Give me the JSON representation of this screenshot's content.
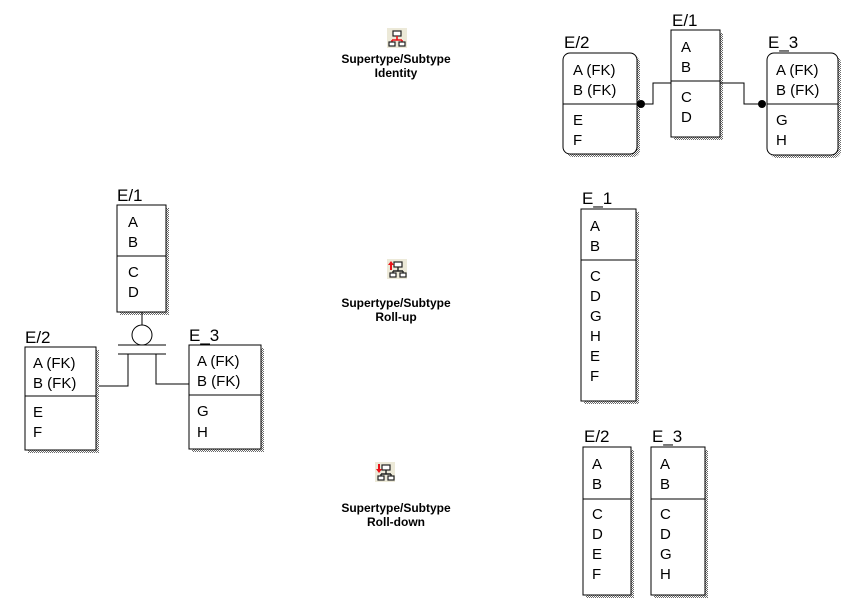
{
  "legend": [
    {
      "key": "identity",
      "icon": "supertype-subtype-identity-icon",
      "line1": "Supertype/Subtype",
      "line2": "Identity"
    },
    {
      "key": "rollup",
      "icon": "supertype-subtype-rollup-icon",
      "line1": "Supertype/Subtype",
      "line2": "Roll-up"
    },
    {
      "key": "rolldown",
      "icon": "supertype-subtype-rolldown-icon",
      "line1": "Supertype/Subtype",
      "line2": "Roll-down"
    }
  ],
  "logical_model": {
    "supertype": {
      "name": "E/1",
      "keys": [
        "A",
        "B"
      ],
      "attrs": [
        "C",
        "D"
      ]
    },
    "subtypes": [
      {
        "name": "E/2",
        "keys": [
          "A (FK)",
          "B (FK)"
        ],
        "attrs": [
          "E",
          "F"
        ]
      },
      {
        "name": "E_3",
        "keys": [
          "A (FK)",
          "B (FK)"
        ],
        "attrs": [
          "G",
          "H"
        ]
      }
    ]
  },
  "identity_model": {
    "entities": [
      {
        "name": "E/2",
        "keys": [
          "A (FK)",
          "B (FK)"
        ],
        "attrs": [
          "E",
          "F"
        ]
      },
      {
        "name": "E/1",
        "keys": [
          "A",
          "B"
        ],
        "attrs": [
          "C",
          "D"
        ]
      },
      {
        "name": "E_3",
        "keys": [
          "A (FK)",
          "B (FK)"
        ],
        "attrs": [
          "G",
          "H"
        ]
      }
    ]
  },
  "rollup_model": {
    "entities": [
      {
        "name": "E_1",
        "keys": [
          "A",
          "B"
        ],
        "attrs": [
          "C",
          "D",
          "G",
          "H",
          "E",
          "F"
        ]
      }
    ]
  },
  "rolldown_model": {
    "entities": [
      {
        "name": "E/2",
        "keys": [
          "A",
          "B"
        ],
        "attrs": [
          "C",
          "D",
          "E",
          "F"
        ]
      },
      {
        "name": "E_3",
        "keys": [
          "A",
          "B"
        ],
        "attrs": [
          "C",
          "D",
          "G",
          "H"
        ]
      }
    ]
  },
  "colors": {
    "line": "#000000",
    "shadow": "#8a8a8a",
    "icon_bg": "#ece9d8",
    "icon_red": "#e8141a"
  }
}
